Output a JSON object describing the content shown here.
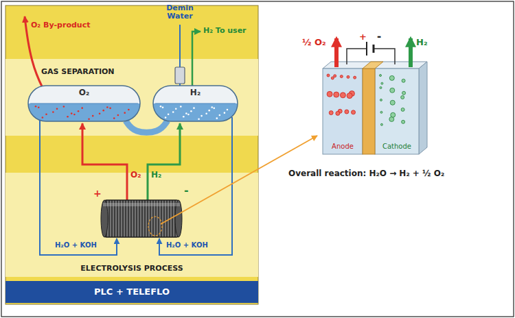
{
  "diagram": {
    "nodes": [
      {
        "text": [
          "GAS SEPARATION"
        ]
      },
      {
        "text": [
          "O₂"
        ],
        "in": 0
      },
      {
        "text": [
          "H₂"
        ],
        "in": 0
      },
      {
        "text": [
          "ELECTROLYSIS PROCESS"
        ]
      },
      {
        "text": [
          "PLC + TELEFLO"
        ]
      },
      {
        "text": [
          "Anode"
        ]
      },
      {
        "text": [
          "Cathode"
        ]
      }
    ],
    "edges": [
      {
        "from": 1,
        "to": 2,
        "arrow": "none"
      }
    ],
    "labels": [
      "O₂ By-product",
      "Demin Water",
      "H₂ To user",
      "+",
      "O₂",
      "H₂",
      "-",
      "H₂O + KOH",
      "H₂O + KOH",
      "½ O₂",
      "+",
      "-",
      "H₂",
      "Overall reaction: H₂O → H₂ + ½ O₂"
    ]
  }
}
